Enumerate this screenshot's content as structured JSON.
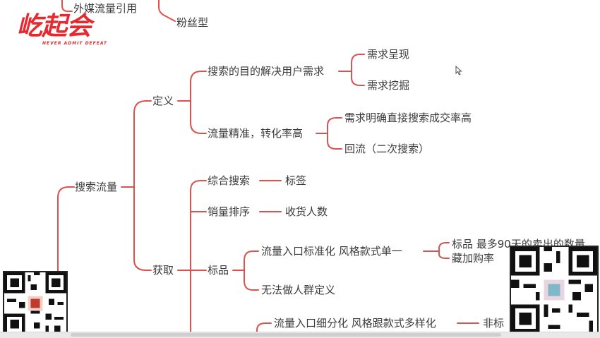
{
  "logo": {
    "title": "屹起会",
    "subtitle": "NEVER ADMIT DEFEAT"
  },
  "colors": {
    "line": "#d9534f",
    "text": "#3a3a3a",
    "logo": "#e8282e"
  },
  "mindmap": {
    "top_partial": "外媒流量引用",
    "top_child": "粉丝型",
    "root": "搜索流量",
    "definition": {
      "label": "定义",
      "branch1": "搜索的目的解决用户需求",
      "branch1_children": [
        "需求呈现",
        "需求挖掘"
      ],
      "branch2": "流量精准，转化率高",
      "branch2_children": [
        "需求明确直接搜索成交率高",
        "回流（二次搜索）"
      ]
    },
    "acquire": {
      "label": "获取",
      "item1": "综合搜索",
      "item1_child": "标签",
      "item2": "销量排序",
      "item2_child": "收货人数",
      "item3": "标品",
      "item3_children": [
        "流量入口标准化 风格款式单一",
        "无法做人群定义"
      ],
      "item3_grandchild_line1": "标品 最多90天的卖出的数量",
      "item3_grandchild_line2": "藏加购率",
      "item4": "流量入口细分化 风格跟款式多样化",
      "item4_child": "非标"
    }
  },
  "icons": {
    "qr_left": "qr-code-icon",
    "qr_right": "qr-code-icon",
    "cursor": "mouse-cursor-icon"
  }
}
